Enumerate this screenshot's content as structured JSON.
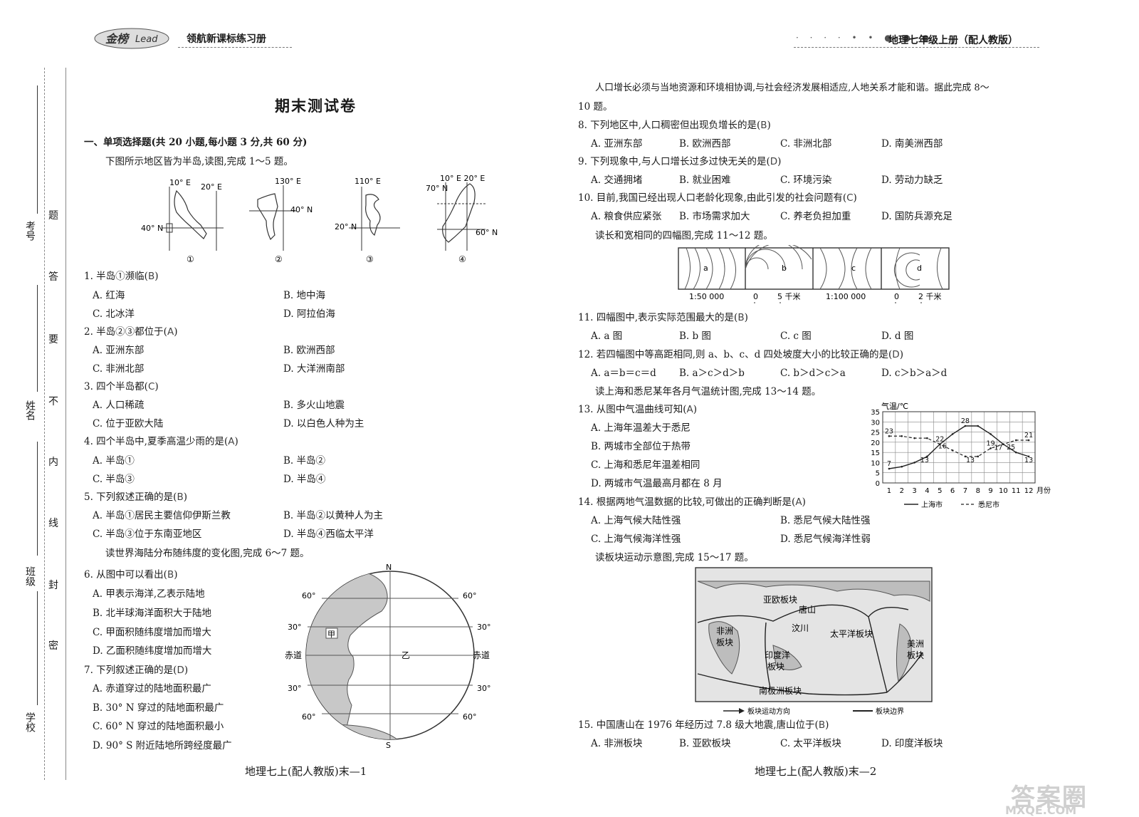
{
  "header": {
    "series_label": "领航新课标练习册",
    "book_title": "地理七年级上册（配人教版）"
  },
  "binding": {
    "fields": [
      "考号",
      "姓名",
      "班级",
      "学校"
    ],
    "seal_chars": [
      "题",
      "答",
      "要",
      "不",
      "内",
      "线",
      "封",
      "密"
    ]
  },
  "left": {
    "title": "期末测试卷",
    "section1": "一、单项选择题(共 20 小题,每小题 3 分,共 60 分)",
    "intro1": "下图所示地区皆为半岛,读图,完成 1～5 题。",
    "maps": {
      "m1": {
        "lon1": "10° E",
        "lon2": "20° E",
        "lat": "40° N",
        "num": "①"
      },
      "m2": {
        "lon": "130° E",
        "lat": "40° N",
        "num": "②"
      },
      "m3": {
        "lon": "110° E",
        "lat": "20° N",
        "num": "③"
      },
      "m4": {
        "lon": "10° E 20° E",
        "lat1": "70° N",
        "lat2": "60° N",
        "num": "④"
      }
    },
    "q1": {
      "stem": "1. 半岛①濒临(",
      "ans": "B",
      "end": ")",
      "a": "A. 红海",
      "b": "B. 地中海",
      "c": "C. 北冰洋",
      "d": "D. 阿拉伯海"
    },
    "q2": {
      "stem": "2. 半岛②③都位于(",
      "ans": "A",
      "end": ")",
      "a": "A. 亚洲东部",
      "b": "B. 欧洲西部",
      "c": "C. 非洲北部",
      "d": "D. 大洋洲南部"
    },
    "q3": {
      "stem": "3. 四个半岛都(",
      "ans": "C",
      "end": ")",
      "a": "A. 人口稀疏",
      "b": "B. 多火山地震",
      "c": "C. 位于亚欧大陆",
      "d": "D. 以白色人种为主"
    },
    "q4": {
      "stem": "4. 四个半岛中,夏季高温少雨的是(",
      "ans": "A",
      "end": ")",
      "a": "A. 半岛①",
      "b": "B. 半岛②",
      "c": "C. 半岛③",
      "d": "D. 半岛④"
    },
    "q5": {
      "stem": "5. 下列叙述正确的是(",
      "ans": "B",
      "end": ")",
      "a": "A. 半岛①居民主要信仰伊斯兰教",
      "b": "B. 半岛②以黄种人为主",
      "c": "C. 半岛③位于东南亚地区",
      "d": "D. 半岛④西临太平洋"
    },
    "intro2": "读世界海陆分布随纬度的变化图,完成 6～7 题。",
    "q6": {
      "stem": "6. 从图中可以看出(",
      "ans": "B",
      "end": ")",
      "a": "A. 甲表示海洋,乙表示陆地",
      "b": "B. 北半球海洋面积大于陆地",
      "c": "C. 甲面积随纬度增加而增大",
      "d": "D. 乙面积随纬度增加而增大"
    },
    "q7": {
      "stem": "7. 下列叙述正确的是(",
      "ans": "D",
      "end": ")",
      "a": "A. 赤道穿过的陆地面积最广",
      "b": "B. 30° N 穿过的陆地面积最广",
      "c": "C. 60° N 穿过的陆地面积最小",
      "d": "D. 90° S 附近陆地所跨经度最广"
    },
    "globe": {
      "n": "N",
      "s": "S",
      "lat60": "60°",
      "lat30": "30°",
      "equator": "赤道",
      "jia": "甲",
      "yi": "乙"
    },
    "footer": "地理七上(配人教版)末—1"
  },
  "right": {
    "intro3a": "人口增长必须与当地资源和环境相协调,与社会经济发展相适应,人地关系才能和谐。据此完成 8～",
    "intro3b": "10 题。",
    "q8": {
      "stem": "8. 下列地区中,人口稠密但出现负增长的是(",
      "ans": "B",
      "end": ")",
      "a": "A. 亚洲东部",
      "b": "B. 欧洲西部",
      "c": "C. 非洲北部",
      "d": "D. 南美洲西部"
    },
    "q9": {
      "stem": "9. 下列现象中,与人口增长过多过快无关的是(",
      "ans": "D",
      "end": ")",
      "a": "A. 交通拥堵",
      "b": "B. 就业困难",
      "c": "C. 环境污染",
      "d": "D. 劳动力缺乏"
    },
    "q10": {
      "stem": "10. 目前,我国已经出现人口老龄化现象,由此引发的社会问题有(",
      "ans": "C",
      "end": ")",
      "a": "A. 粮食供应紧张",
      "b": "B. 市场需求加大",
      "c": "C. 养老负担加重",
      "d": "D. 国防兵源充足"
    },
    "intro4": "读长和宽相同的四幅图,完成 11～12 题。",
    "scales": {
      "a": "a",
      "b": "b",
      "c": "c",
      "d": "d",
      "s1": "1:50 000",
      "s2": "0",
      "s2b": "5 千米",
      "s3": "1:100 000",
      "s4": "0",
      "s4b": "2 千米"
    },
    "q11": {
      "stem": "11. 四幅图中,表示实际范围最大的是(",
      "ans": "B",
      "end": ")",
      "a": "A. a 图",
      "b": "B. b 图",
      "c": "C. c 图",
      "d": "D. d 图"
    },
    "q12": {
      "stem": "12. 若四幅图中等高距相同,则 a、b、c、d 四处坡度大小的比较正确的是(",
      "ans": "D",
      "end": ")",
      "a": "A. a＝b＝c＝d",
      "b": "B. a＞c＞d＞b",
      "c": "C. b＞d＞c＞a",
      "d": "D. c＞b＞a＞d"
    },
    "intro5": "读上海和悉尼某年各月气温统计图,完成 13～14 题。",
    "q13": {
      "stem": "13. 从图中气温曲线可知(",
      "ans": "A",
      "end": ")",
      "a": "A. 上海年温差大于悉尼",
      "b": "B. 两城市全部位于热带",
      "c": "C. 上海和悉尼年温差相同",
      "d": "D. 两城市气温最高月都在 8 月"
    },
    "q14": {
      "stem": "14. 根据两地气温数据的比较,可做出的正确判断是(",
      "ans": "A",
      "end": ")",
      "a": "A. 上海气候大陆性强",
      "b": "B. 悉尼气候大陆性强",
      "c": "C. 上海气候海洋性强",
      "d": "D. 悉尼气候海洋性弱"
    },
    "intro6": "读板块运动示意图,完成 15～17 题。",
    "plates": {
      "eurasia": "亚欧板块",
      "tangshan": "唐山",
      "wenchuan": "汶川",
      "pacific": "太平洋板块",
      "africa1": "非洲",
      "africa2": "板块",
      "indian1": "印度洋",
      "indian2": "板块",
      "antarctic": "南极洲板块",
      "americas1": "美洲",
      "americas2": "板块",
      "legend1": "板块运动方向",
      "legend2": "板块边界"
    },
    "q15": {
      "stem": "15. 中国唐山在 1976 年经历过 7.8 级大地震,唐山位于(",
      "ans": "B",
      "end": ")",
      "a": "A. 非洲板块",
      "b": "B. 亚欧板块",
      "c": "C. 太平洋板块",
      "d": "D. 印度洋板块"
    },
    "footer": "地理七上(配人教版)末—2",
    "watermark1": "答案圈",
    "watermark2": "MXQE.COM"
  },
  "chart_data": {
    "type": "line",
    "ylabel": "气温/℃",
    "xlabel": "月份",
    "categories": [
      "1",
      "2",
      "3",
      "4",
      "5",
      "6",
      "7",
      "8",
      "9",
      "10",
      "11",
      "12"
    ],
    "ylim": [
      0,
      35
    ],
    "yticks": [
      0,
      5,
      10,
      15,
      20,
      25,
      30,
      35
    ],
    "series": [
      {
        "name": "上海市",
        "values": [
          7,
          8,
          10,
          13,
          19,
          24,
          28,
          28,
          24,
          19,
          15,
          13
        ]
      },
      {
        "name": "悉尼市",
        "values": [
          23,
          23,
          22,
          22,
          19,
          16,
          13,
          13,
          17,
          19,
          21,
          21
        ]
      }
    ],
    "labels": [
      "23",
      "22",
      "19",
      "16",
      "13",
      "28",
      "25",
      "17",
      "21",
      "7",
      "13",
      "13"
    ]
  }
}
